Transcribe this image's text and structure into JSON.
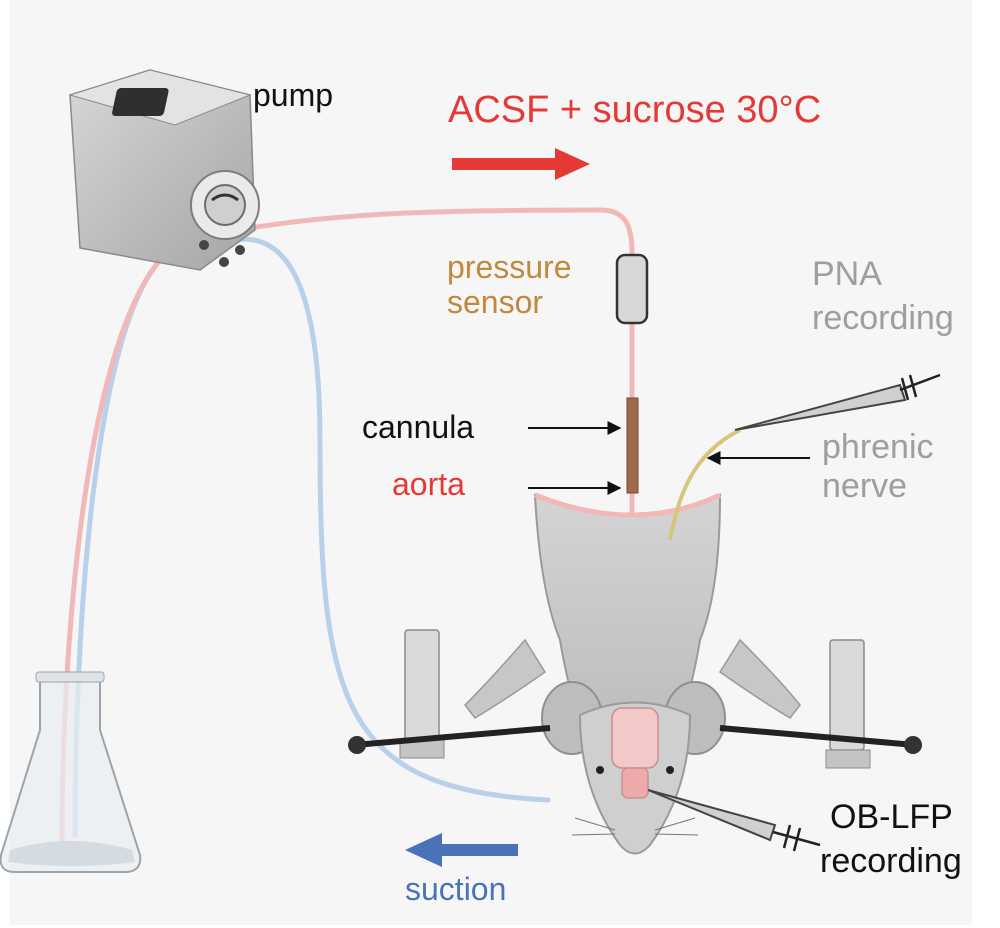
{
  "labels": {
    "pump": "pump",
    "flow": "ACSF + sucrose 30°C",
    "pressure_sensor": [
      "pressure",
      "sensor"
    ],
    "pna_recording": [
      "PNA",
      "recording"
    ],
    "cannula": "cannula",
    "aorta": "aorta",
    "phrenic_nerve": [
      "phrenic",
      "nerve"
    ],
    "ob_lfp_recording": [
      "OB-LFP",
      "recording"
    ],
    "suction": "suction"
  },
  "colors": {
    "flow": "#e53935",
    "suction": "#4a72b8",
    "pressure_sensor": "#c08a3e",
    "pna": "#9e9e9e",
    "phrenic": "#9e9e9e",
    "aorta": "#e53935",
    "text": "#111111",
    "tube_inflow": "#f2b8b8",
    "tube_outflow": "#b8d0ea"
  },
  "icons": [
    "peristaltic-pump-icon",
    "erlenmeyer-flask-icon",
    "rat-icon",
    "electrode-icon",
    "stereotaxic-clamp-icon",
    "pressure-sensor-icon"
  ]
}
